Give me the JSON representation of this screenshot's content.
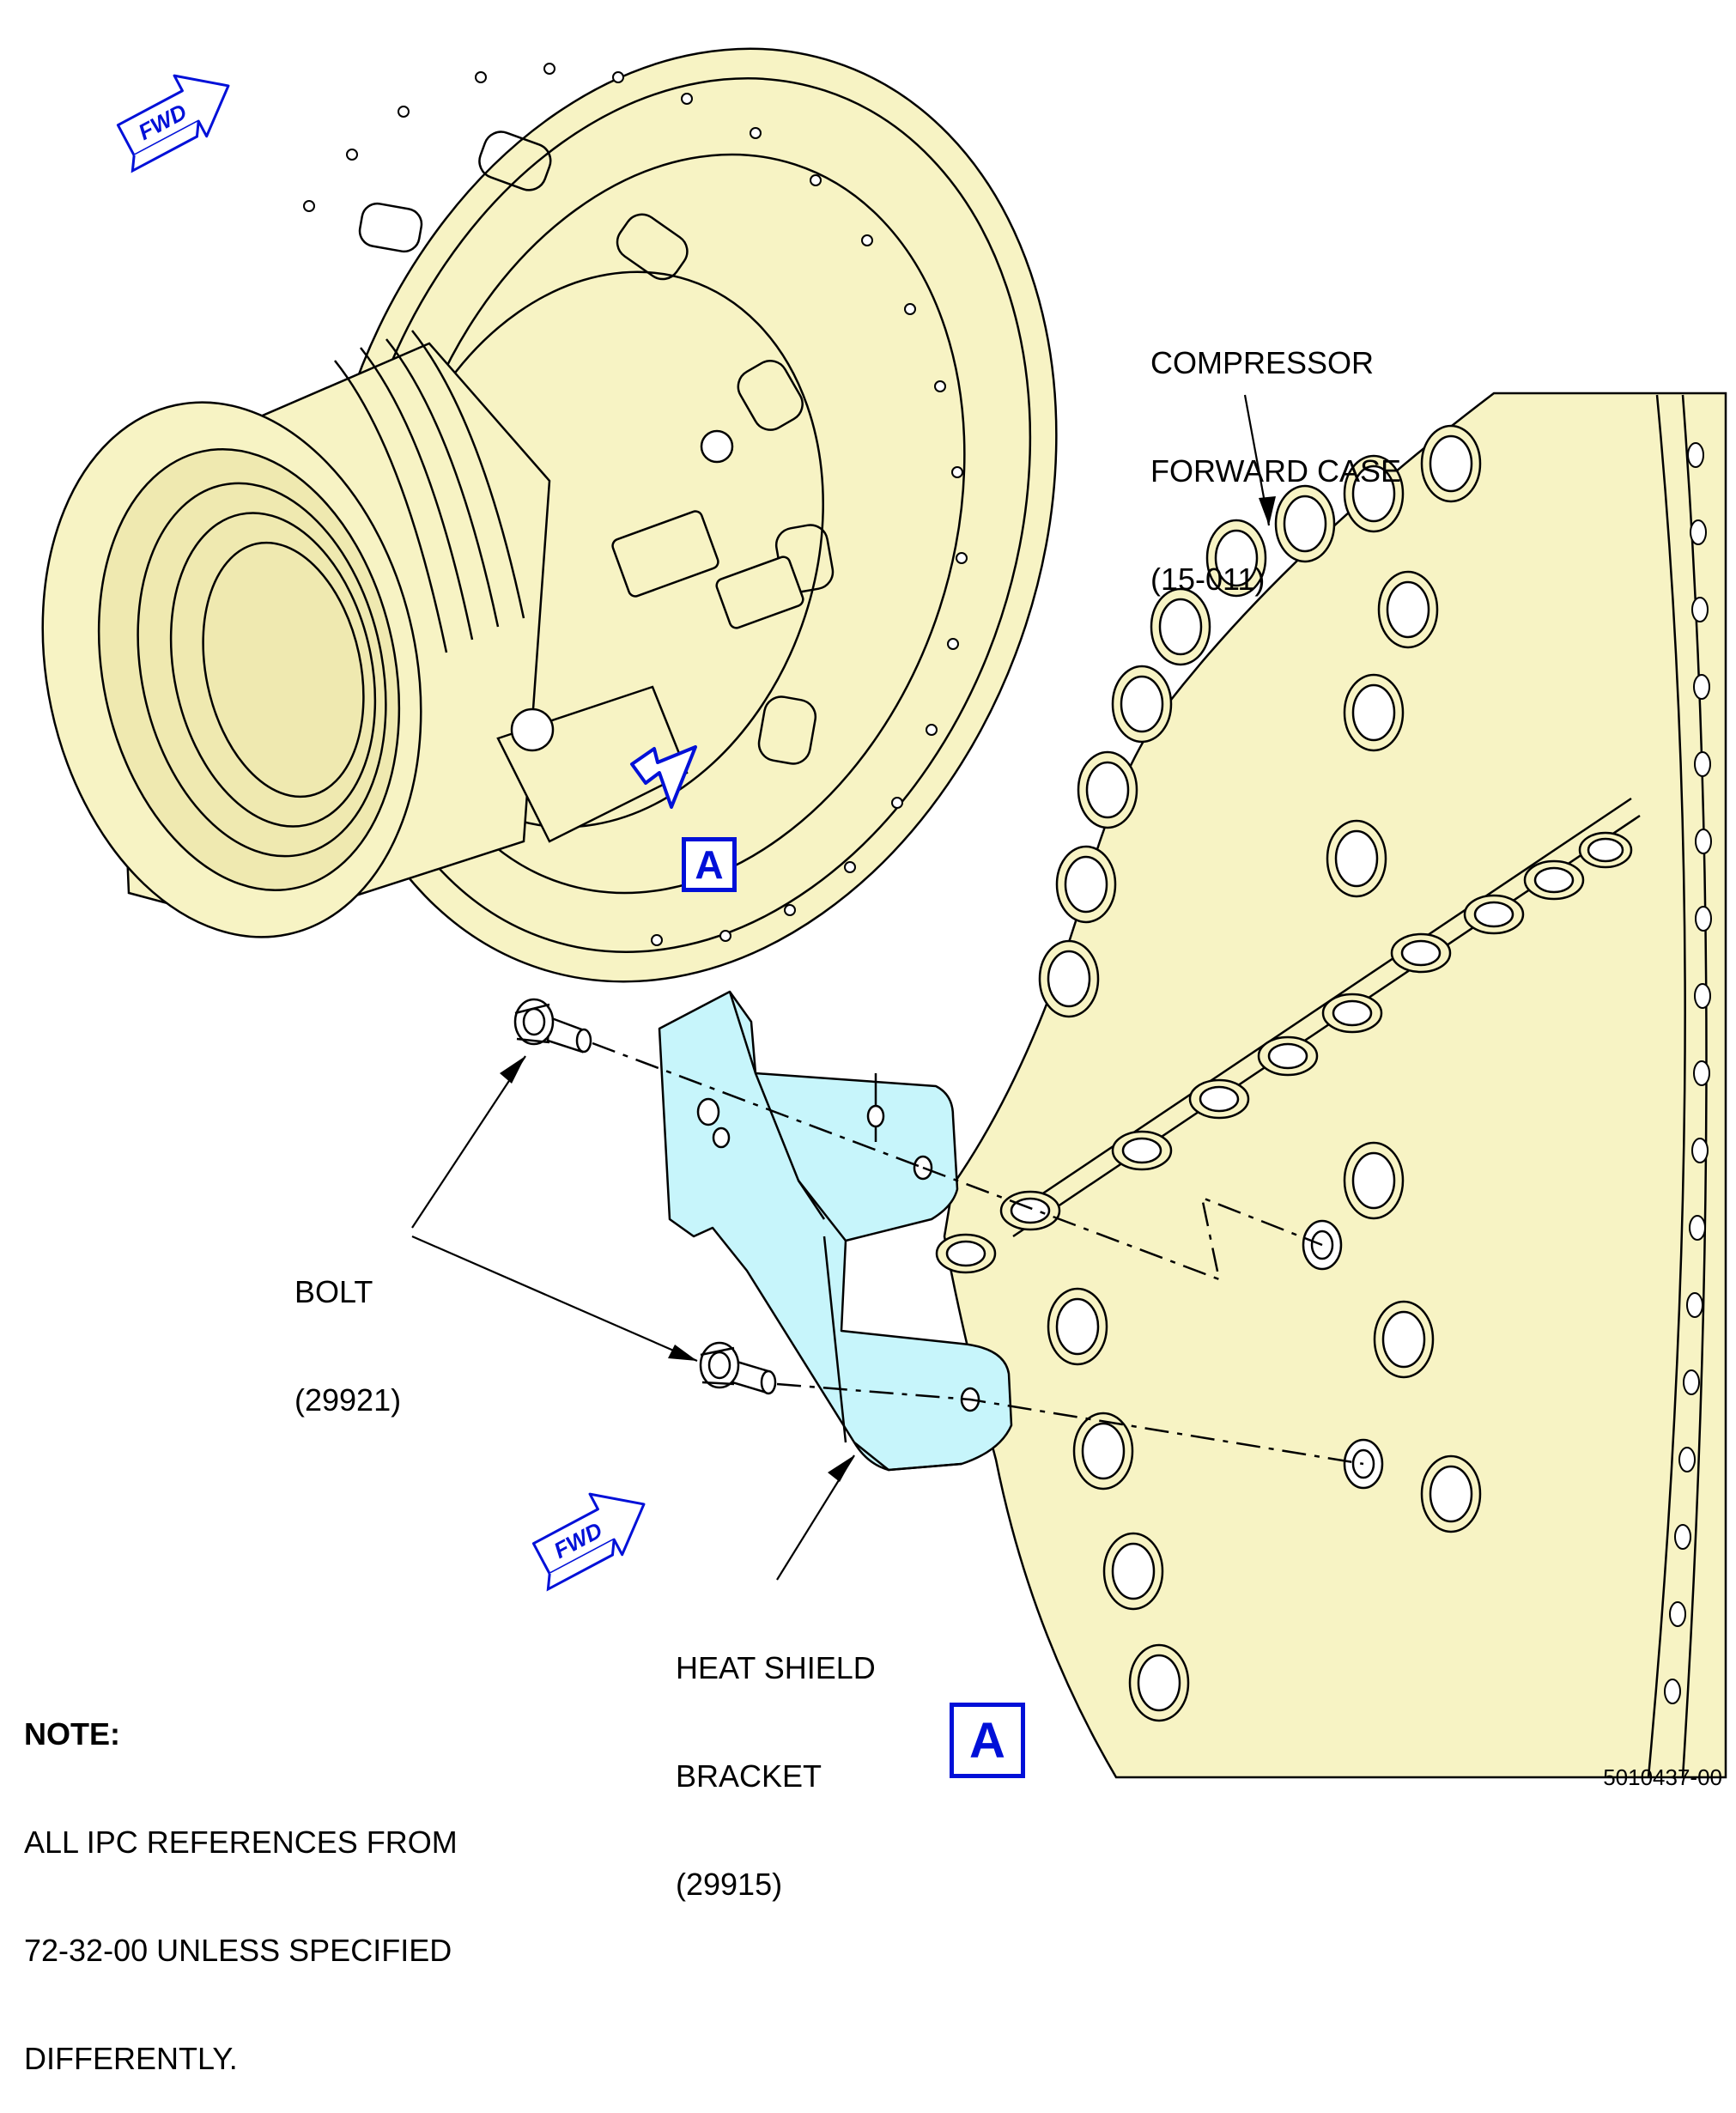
{
  "callouts": {
    "compressor_case": {
      "line1": "COMPRESSOR",
      "line2": "FORWARD CASE",
      "ref": "(15-011)"
    },
    "bolt": {
      "line1": "BOLT",
      "ref": "(29921)"
    },
    "bracket": {
      "line1": "HEAT SHIELD",
      "line2": "BRACKET",
      "ref": "(29915)"
    }
  },
  "view_marker": {
    "label": "A"
  },
  "detail_marker": {
    "label": "A"
  },
  "fwd_arrows": {
    "label": "FWD"
  },
  "note": {
    "title": "NOTE:",
    "line1": "ALL IPC REFERENCES FROM",
    "line2": "72-32-00 UNLESS SPECIFIED",
    "line3": "DIFFERENTLY."
  },
  "figure_number": "5010437-00",
  "colors": {
    "engine_fill": "#f7f3c4",
    "bracket_fill": "#c7f5fb",
    "marker_blue": "#0010d8",
    "line": "#000000"
  }
}
